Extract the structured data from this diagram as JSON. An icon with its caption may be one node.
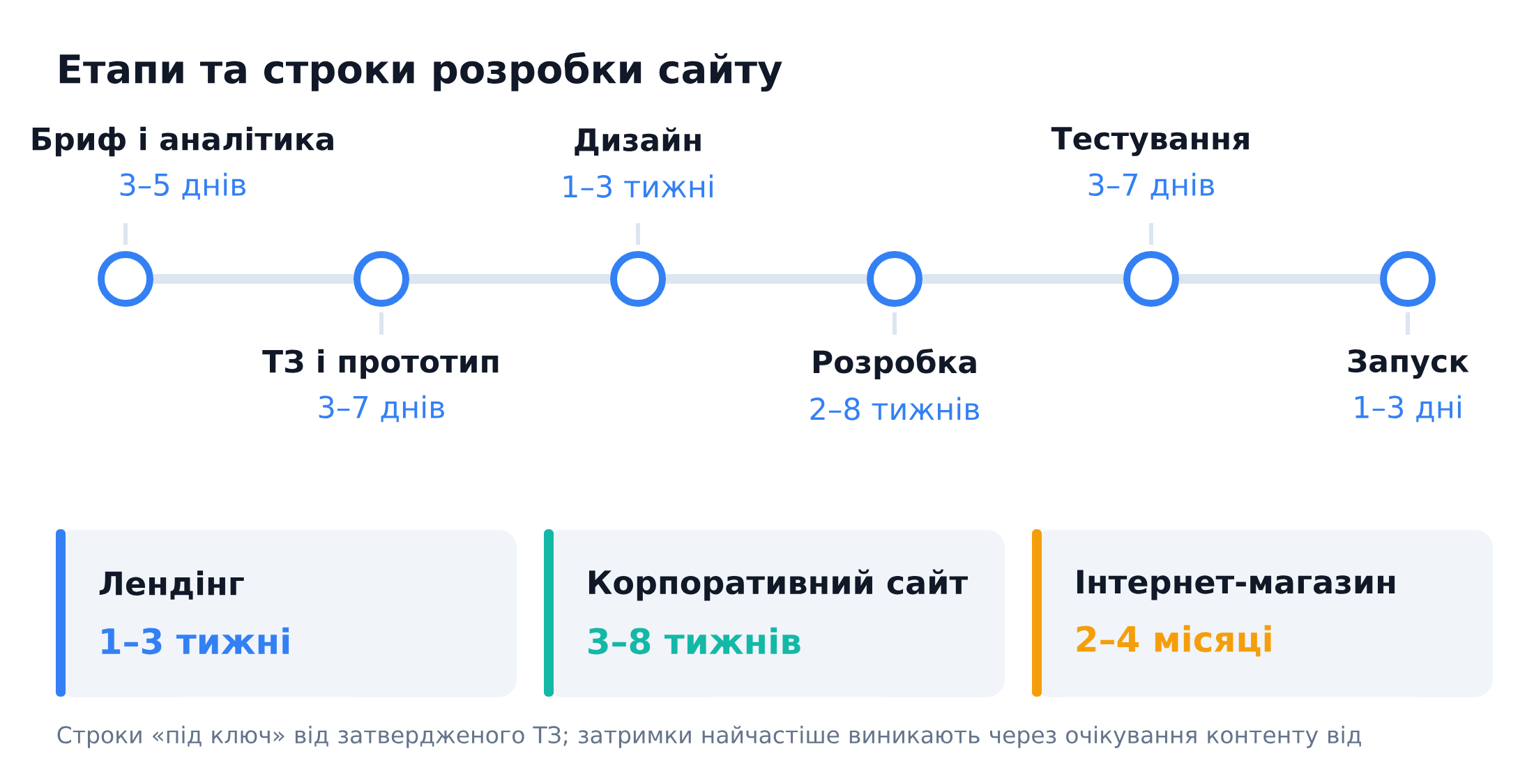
{
  "diagram": {
    "title": "Етапи та строки розробки сайту",
    "caption": "Строки «під ключ» від затвердженого ТЗ; затримки найчастіше виникають через очікування контенту від",
    "nodes": [
      {
        "text": [
          "Бриф і аналітика",
          "3–5 днів"
        ]
      },
      {
        "text": [
          "ТЗ і прототип",
          "3–7 днів"
        ]
      },
      {
        "text": [
          "Дизайн",
          "1–3 тижні"
        ]
      },
      {
        "text": [
          "Розробка",
          "2–8 тижнів"
        ]
      },
      {
        "text": [
          "Тестування",
          "3–7 днів"
        ]
      },
      {
        "text": [
          "Запуск",
          "1–3 дні"
        ]
      },
      {
        "text": [
          "Лендінг",
          "1–3 тижні"
        ]
      },
      {
        "text": [
          "Корпоративний сайт",
          "3–8 тижнів"
        ]
      },
      {
        "text": [
          "Інтернет-магазин",
          "2–4 місяці"
        ]
      }
    ],
    "edges": [
      {
        "from": 0,
        "to": 1,
        "arrow": "none"
      },
      {
        "from": 1,
        "to": 2,
        "arrow": "none"
      },
      {
        "from": 2,
        "to": 3,
        "arrow": "none"
      },
      {
        "from": 3,
        "to": 4,
        "arrow": "none"
      },
      {
        "from": 4,
        "to": 5,
        "arrow": "none"
      }
    ]
  }
}
